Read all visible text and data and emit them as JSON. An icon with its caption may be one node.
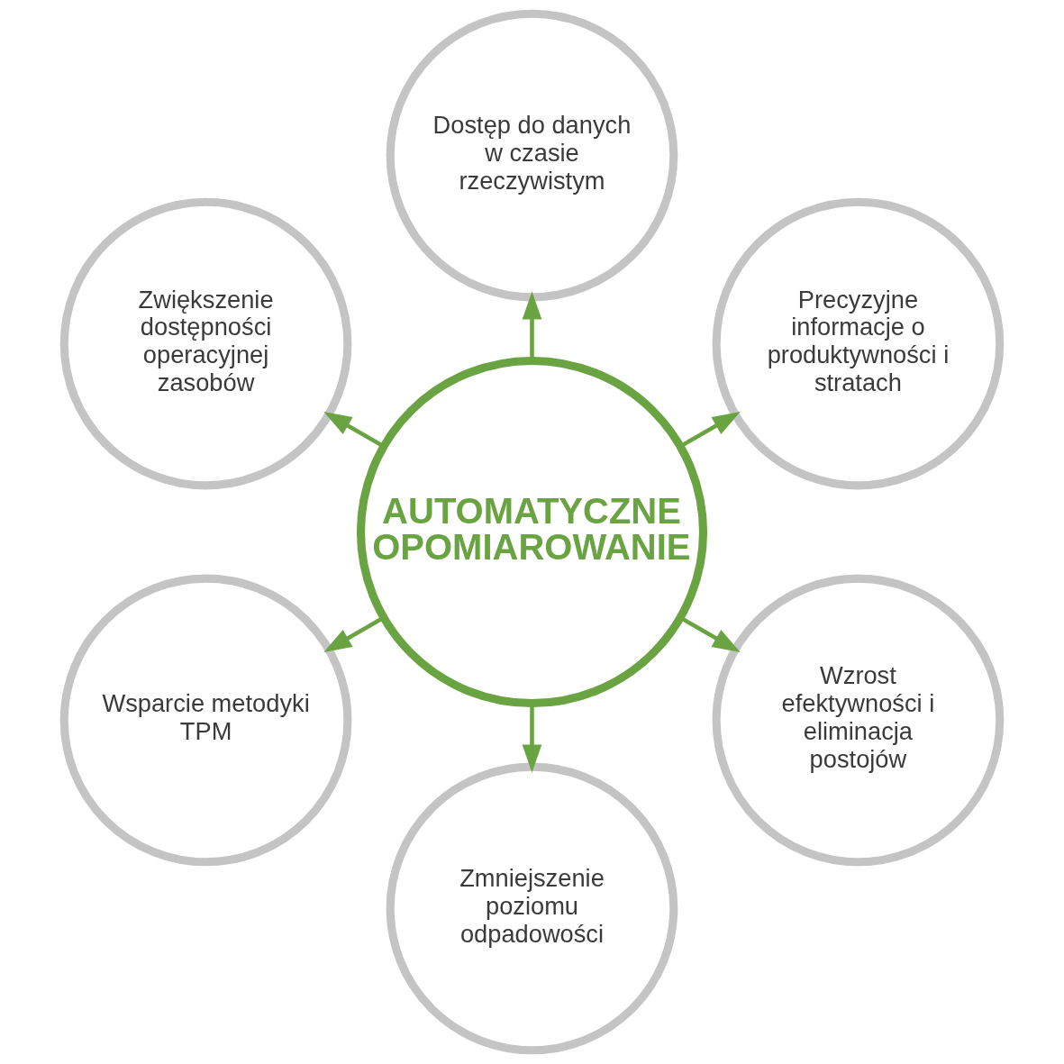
{
  "diagram": {
    "nodes": [
      {
        "text": [
          "Dostęp do danych w czasie rzeczywistym"
        ]
      },
      {
        "text": [
          "Zwiększenie dostępności operacyjnej zasobów"
        ]
      },
      {
        "text": [
          "Precyzyjne informacje o produktywności i stratach"
        ]
      },
      {
        "text": [
          "AUTOMATYCZNE OPOMIAROWANIE"
        ]
      },
      {
        "text": [
          "Wsparcie metodyki TPM"
        ]
      },
      {
        "text": [
          "Wzrost efektywności i eliminacja postojów"
        ]
      },
      {
        "text": [
          "Zmniejszenie poziomu odpadowości"
        ]
      }
    ],
    "edges": [
      {
        "from": 3,
        "to": 2,
        "arrow": "to"
      },
      {
        "from": 3,
        "to": 0,
        "arrow": "to"
      },
      {
        "from": 3,
        "to": 1,
        "arrow": "to"
      },
      {
        "from": 3,
        "to": 4,
        "arrow": "to"
      },
      {
        "from": 3,
        "to": 6,
        "arrow": "to"
      },
      {
        "from": 3,
        "to": 5,
        "arrow": "to"
      }
    ]
  }
}
